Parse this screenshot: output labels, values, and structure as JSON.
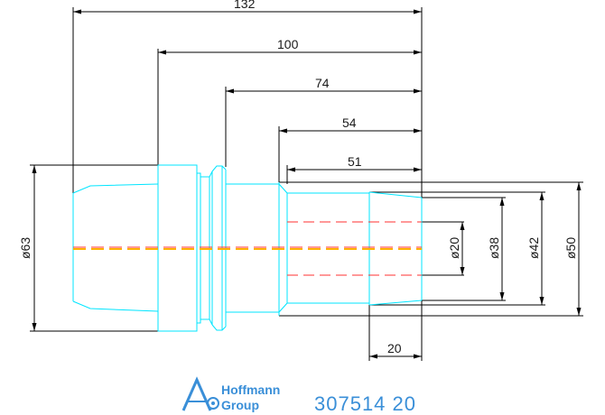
{
  "dimensions": {
    "len_132": "132",
    "len_100": "100",
    "len_74": "74",
    "len_54": "54",
    "len_51": "51",
    "len_20": "20",
    "dia_63": "ø63",
    "dia_20": "ø20",
    "dia_38": "ø38",
    "dia_42": "ø42",
    "dia_50": "ø50"
  },
  "brand": {
    "line1": "Hoffmann",
    "line2": "Group",
    "part_number": "307514 20"
  },
  "colors": {
    "outline": "#00e5ff",
    "dimension": "#000000",
    "hidden": "#ff3030",
    "centerline": "#ffb000",
    "brand": "#3a8fd8"
  }
}
